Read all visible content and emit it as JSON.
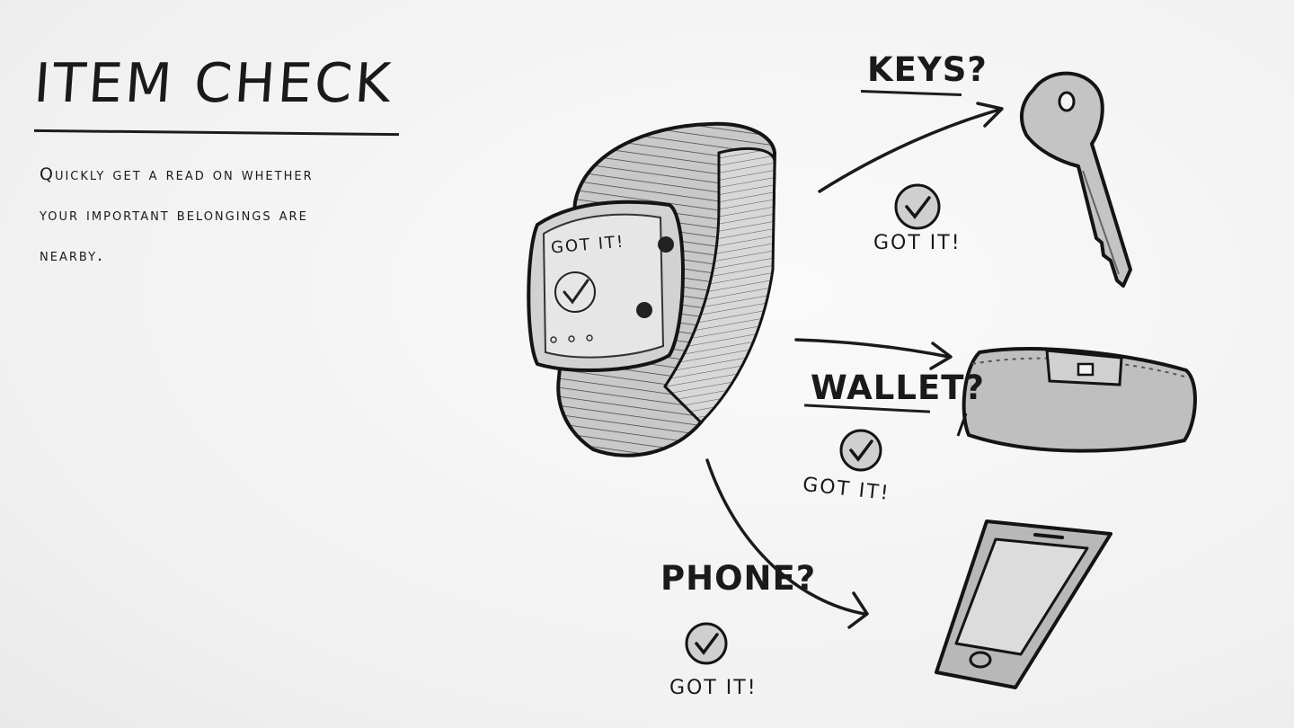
{
  "title": "ITEM CHECK",
  "description_lines": [
    "Quickly get a read on whether",
    "your important belongings are",
    "nearby."
  ],
  "band_screen": {
    "status": "GOT IT!"
  },
  "items": [
    {
      "label": "KEYS?",
      "status": "GOT IT!"
    },
    {
      "label": "WALLET?",
      "status": "GOT IT!"
    },
    {
      "label": "PHONE?",
      "status": "GOT IT!"
    }
  ],
  "colors": {
    "ink": "#1a1a1a",
    "shade": "#b8b8b8",
    "paper": "#f4f4f4"
  },
  "icons": [
    "check-icon",
    "arrow-icon",
    "key-icon",
    "wallet-icon",
    "phone-icon",
    "wristband-icon"
  ]
}
